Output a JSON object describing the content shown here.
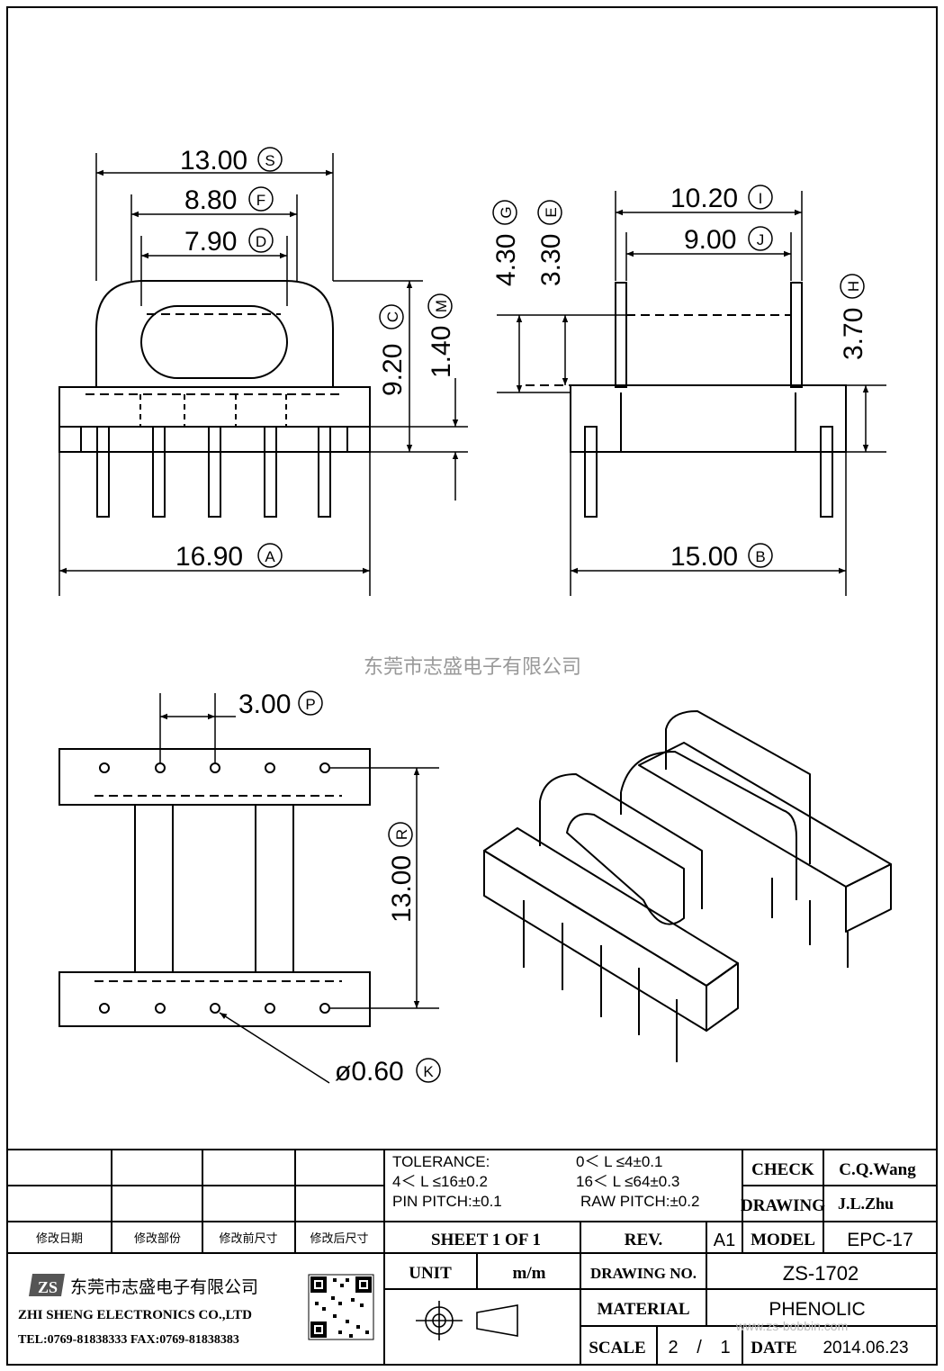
{
  "watermark": "东莞市志盛电子有限公司",
  "dimensions": {
    "s": {
      "value": "13.00",
      "tag": "S"
    },
    "f": {
      "value": "8.80",
      "tag": "F"
    },
    "d": {
      "value": "7.90",
      "tag": "D"
    },
    "c": {
      "value": "9.20",
      "tag": "C"
    },
    "m": {
      "value": "1.40",
      "tag": "M"
    },
    "a": {
      "value": "16.90",
      "tag": "A"
    },
    "g": {
      "value": "4.30",
      "tag": "G"
    },
    "e": {
      "value": "3.30",
      "tag": "E"
    },
    "i": {
      "value": "10.20",
      "tag": "I"
    },
    "j": {
      "value": "9.00",
      "tag": "J"
    },
    "h": {
      "value": "3.70",
      "tag": "H"
    },
    "b": {
      "value": "15.00",
      "tag": "B"
    },
    "p": {
      "value": "3.00",
      "tag": "P"
    },
    "r": {
      "value": "13.00",
      "tag": "R"
    },
    "k": {
      "value": "ø0.60",
      "tag": "K"
    }
  },
  "title_block": {
    "revision_headers": [
      "修改日期",
      "修改部份",
      "修改前尺寸",
      "修改后尺寸"
    ],
    "tolerance_label": "TOLERANCE:",
    "tol_1": "0＜ L ≤4±0.1",
    "tol_2": "4＜ L ≤16±0.2",
    "tol_3": "16＜ L ≤64±0.3",
    "tol_pin": "PIN PITCH:±0.1",
    "tol_raw": "RAW PITCH:±0.2",
    "check_label": "CHECK",
    "check_value": "C.Q.Wang",
    "drawing_label": "DRAWING",
    "drawing_value": "J.L.Zhu",
    "sheet": "SHEET  1  OF  1",
    "rev_label": "REV.",
    "rev_value": "A1",
    "model_label": "MODEL",
    "model_value": "EPC-17",
    "unit_label": "UNIT",
    "unit_value": "m/m",
    "drawing_no_label": "DRAWING  NO.",
    "drawing_no_value": "ZS-1702",
    "material_label": "MATERIAL",
    "material_value": "PHENOLIC",
    "scale_label": "SCALE",
    "scale_num": "2",
    "scale_sep": "/",
    "scale_den": "1",
    "date_label": "DATE",
    "date_value": "2014.06.23",
    "company_logo_text": "ZS",
    "company_cn": "东莞市志盛电子有限公司",
    "company_en": "ZHI SHENG  ELECTRONICS CO.,LTD",
    "contact": "TEL:0769-81838333 FAX:0769-81838383",
    "url_watermark": "www.zs-bobbin.com"
  }
}
